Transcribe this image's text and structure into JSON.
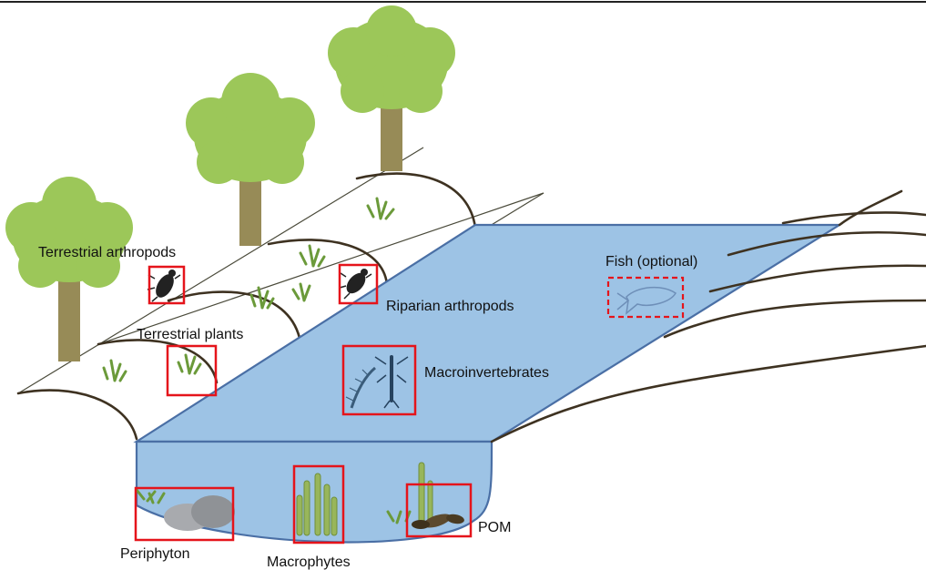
{
  "labels": {
    "terrestrial_arthropods": "Terrestrial arthropods",
    "terrestrial_plants": "Terrestrial plants",
    "riparian_arthropods": "Riparian arthropods",
    "fish": "Fish (optional)",
    "macroinvertebrates": "Macroinvertebrates",
    "periphyton": "Periphyton",
    "macrophytes": "Macrophytes",
    "pom": "POM"
  },
  "colors": {
    "water": "#9dc3e5",
    "water_edge": "#4a6fa5",
    "tree_crown": "#9cc759",
    "tree_trunk": "#978b57",
    "highlight_box": "#e5141b",
    "bank_line": "#3e3221",
    "plant": "#6b9a3a"
  },
  "icons": {
    "tree": "tree-icon",
    "beetle": "beetle-icon",
    "plant": "plant-sprig-icon",
    "fish": "fish-outline-icon",
    "insect_larva": "insect-larva-icon",
    "stone": "stone-icon",
    "leaf_litter": "leaf-litter-icon"
  }
}
